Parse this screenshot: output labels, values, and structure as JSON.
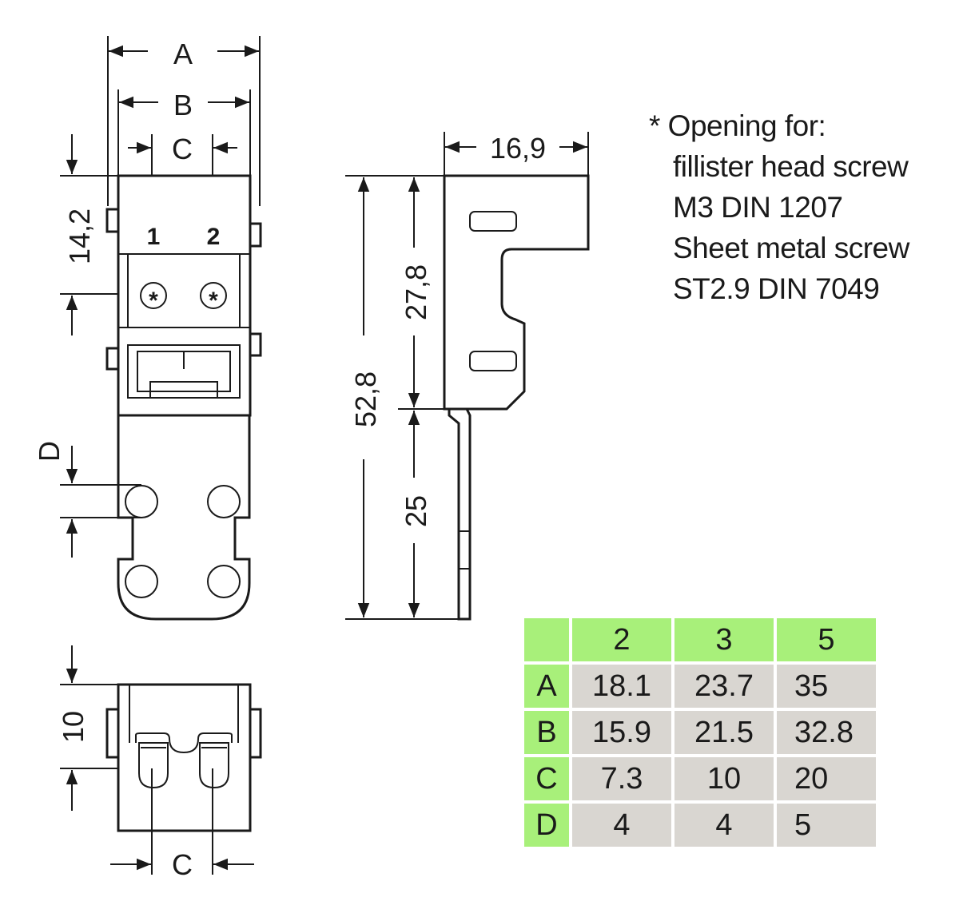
{
  "labels": {
    "A": "A",
    "B": "B",
    "C": "C",
    "D": "D",
    "C_bottom": "C",
    "dim_14_2": "14,2",
    "dim_16_9": "16,9",
    "dim_27_8": "27,8",
    "dim_52_8": "52,8",
    "dim_25": "25",
    "dim_10": "10",
    "pin_1": "1",
    "pin_2": "2",
    "star": "*"
  },
  "note": {
    "lines": [
      "* Opening for:",
      "fillister head screw",
      "M3 DIN 1207",
      "Sheet metal screw",
      "ST2.9 DIN 7049"
    ]
  },
  "table": {
    "headers": [
      "2",
      "3",
      "5"
    ],
    "rows": [
      {
        "label": "A",
        "values": [
          "18.1",
          "23.7",
          "35"
        ]
      },
      {
        "label": "B",
        "values": [
          "15.9",
          "21.5",
          "32.8"
        ]
      },
      {
        "label": "C",
        "values": [
          "7.3",
          "10",
          "20"
        ]
      },
      {
        "label": "D",
        "values": [
          "4",
          "4",
          "5"
        ]
      }
    ]
  },
  "colors": {
    "header_fill": "#a8f07a",
    "cell_fill": "#d9d6d1",
    "line": "#1a1a1a"
  }
}
